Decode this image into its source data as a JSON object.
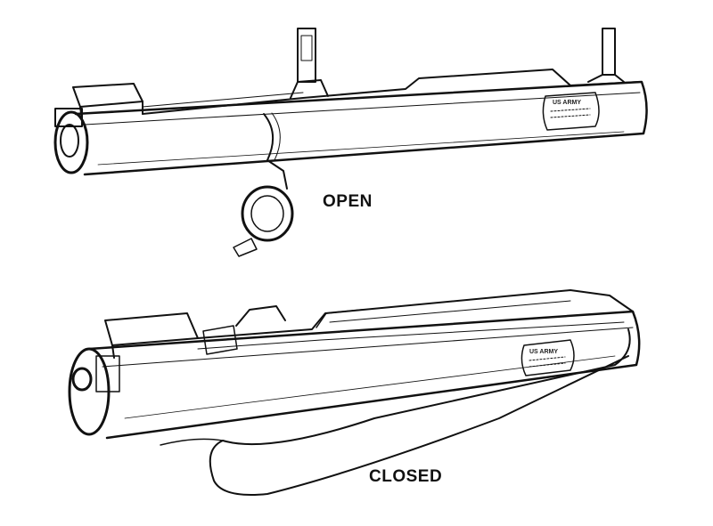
{
  "labels": {
    "open": "OPEN",
    "closed": "CLOSED"
  },
  "plates": {
    "open_plate": "US ARMY",
    "closed_plate": "US ARMY"
  }
}
